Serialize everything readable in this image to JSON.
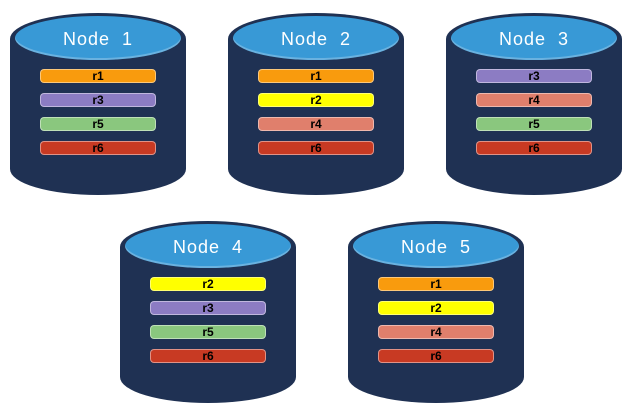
{
  "diagram": {
    "description": "Replica distribution across five database nodes"
  },
  "colors": {
    "cylinder_body": "#1F3153",
    "cylinder_top": "#3899D6",
    "title_text": "#FFFFFF",
    "bar_text": "#000000"
  },
  "replica_colors": {
    "r1": "#F99B0D",
    "r2": "#FFFF00",
    "r3": "#8C7CC3",
    "r4": "#E07F6C",
    "r5": "#8AC77E",
    "r6": "#C83A23"
  },
  "nodes": [
    {
      "label": "Node  1",
      "replicas": [
        "r1",
        "r3",
        "r5",
        "r6"
      ]
    },
    {
      "label": "Node  2",
      "replicas": [
        "r1",
        "r2",
        "r4",
        "r6"
      ]
    },
    {
      "label": "Node  3",
      "replicas": [
        "r3",
        "r4",
        "r5",
        "r6"
      ]
    },
    {
      "label": "Node  4",
      "replicas": [
        "r2",
        "r3",
        "r5",
        "r6"
      ]
    },
    {
      "label": "Node  5",
      "replicas": [
        "r1",
        "r2",
        "r4",
        "r6"
      ]
    }
  ]
}
